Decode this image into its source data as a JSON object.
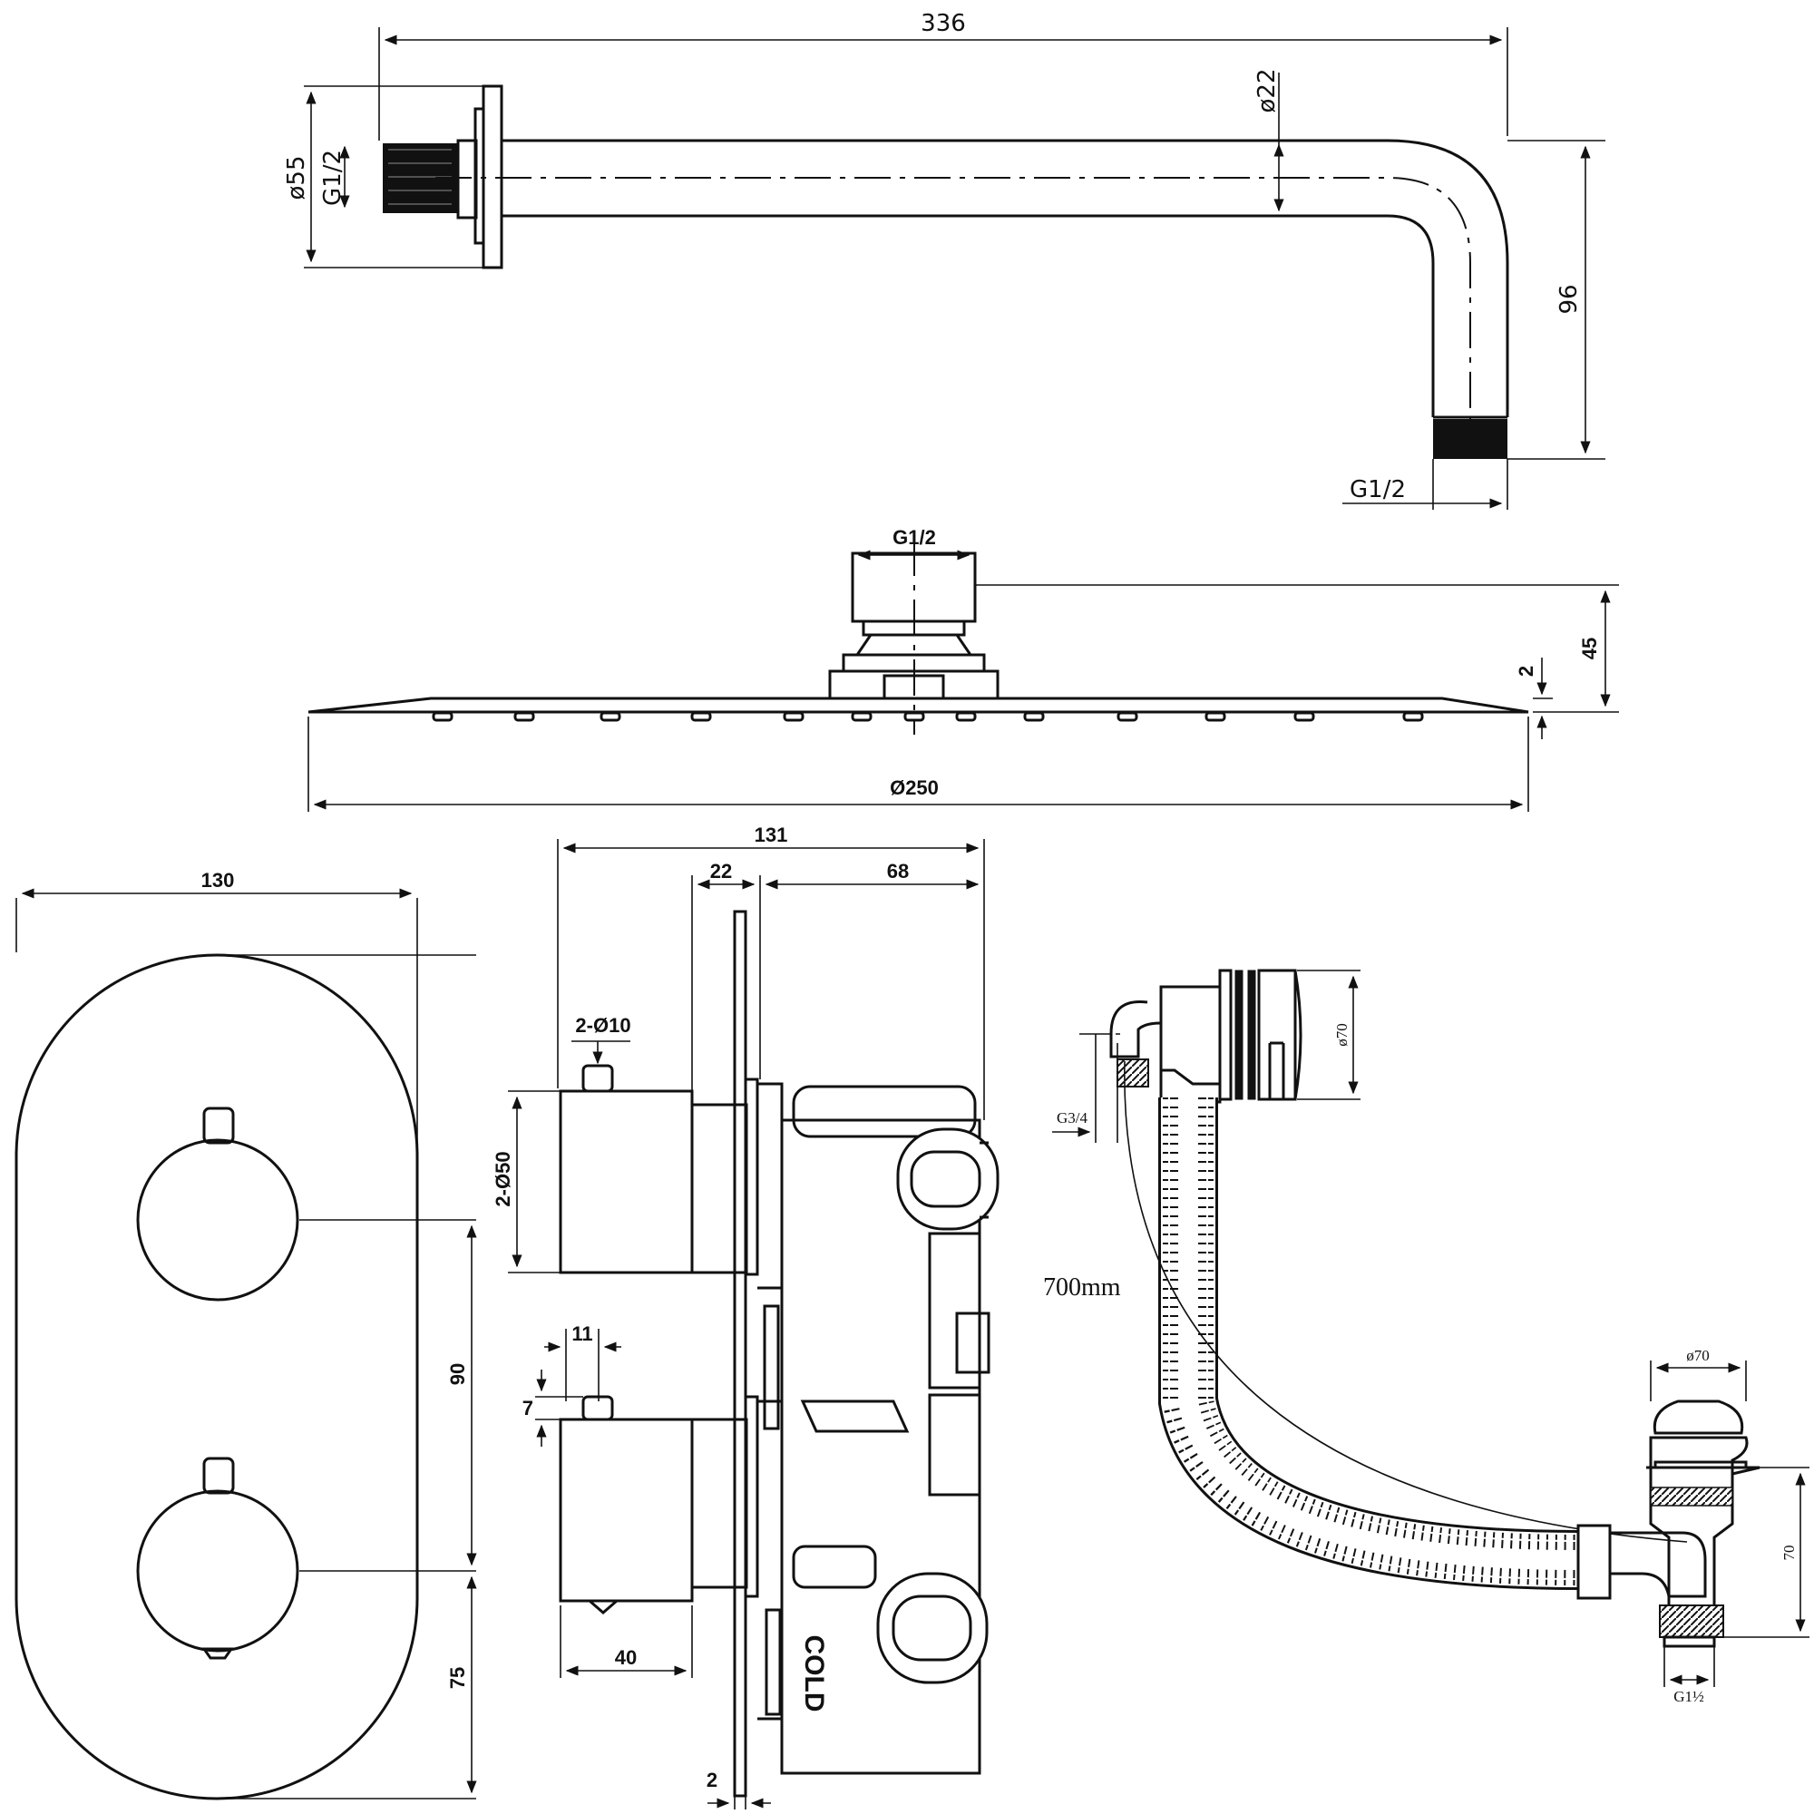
{
  "shower_arm": {
    "length": "336",
    "flange_diameter": "ø55",
    "pipe_diameter": "ø22",
    "drop": "96",
    "inlet_thread": "G1/2",
    "outlet_thread": "G1/2"
  },
  "shower_head": {
    "thread": "G1/2",
    "height": "45",
    "plate_thickness": "2",
    "diameter": "Ø250"
  },
  "valve_front": {
    "width": "130",
    "handle_spacing": "90",
    "lower_dim": "75"
  },
  "valve_side": {
    "overall_depth": "131",
    "plate_offset": "22",
    "body_depth": "68",
    "pin_size": "2-Ø10",
    "knob_size": "2-Ø50",
    "pin_width": "11",
    "pin_height": "7",
    "knob_depth": "40",
    "plate_thickness": "2",
    "port_label": "COLD"
  },
  "bath_waste": {
    "overflow_diameter": "ø70",
    "connection_thread": "G3/4",
    "hose_length": "700mm",
    "waste_diameter": "ø70",
    "waste_height": "70",
    "waste_thread": "G1½"
  }
}
